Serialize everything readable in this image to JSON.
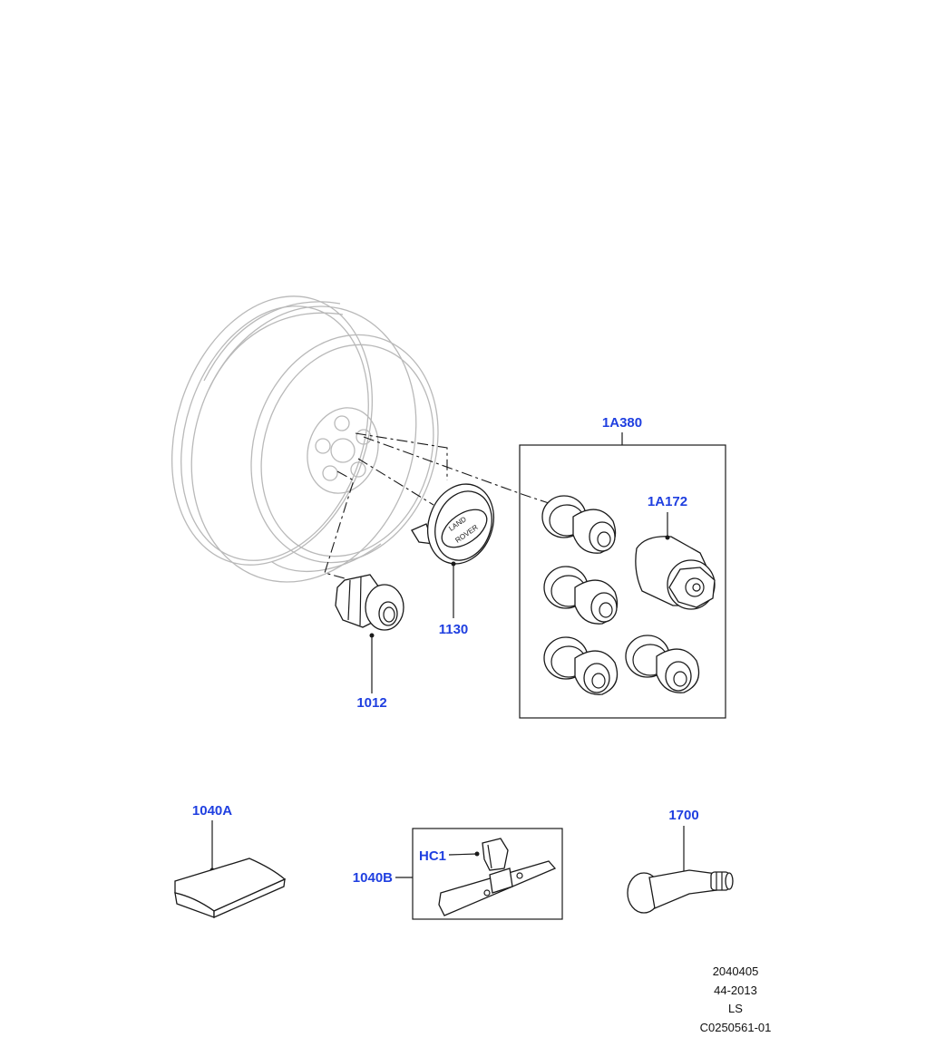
{
  "callouts": {
    "kit_1A380": "1A380",
    "lock_1A172": "1A172",
    "nut_1012": "1012",
    "cap_1130": "1130",
    "weight_1040A": "1040A",
    "weight_1040B": "1040B",
    "clip_HC1": "HC1",
    "valve_1700": "1700"
  },
  "center_cap_logo": {
    "line1": "LAND",
    "line2": "ROVER"
  },
  "footer": {
    "line1": "2040405",
    "line2": "44-2013",
    "line3": "LS",
    "line4": "C0250561-01"
  }
}
